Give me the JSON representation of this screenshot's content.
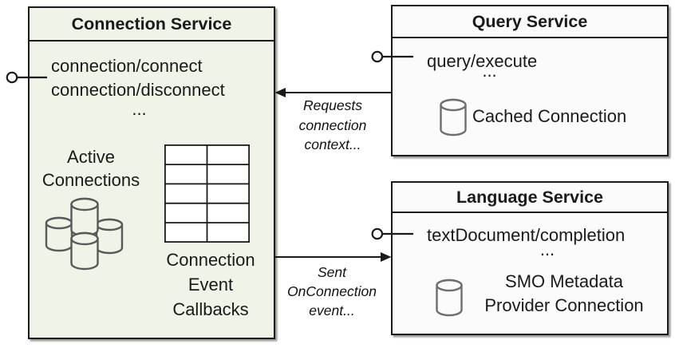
{
  "connection_service": {
    "title": "Connection Service",
    "endpoints": [
      "connection/connect",
      "connection/disconnect"
    ],
    "ellipsis": "...",
    "active_connections_label": "Active\nConnections",
    "callbacks_label": "Connection\nEvent\nCallbacks"
  },
  "query_service": {
    "title": "Query Service",
    "endpoint": "query/execute",
    "ellipsis": "...",
    "cached_connection_label": "Cached Connection"
  },
  "language_service": {
    "title": "Language Service",
    "endpoint": "textDocument/completion",
    "ellipsis": "...",
    "smo_connection_label": "SMO Metadata\nProvider Connection"
  },
  "arrows": {
    "requests_label": "Requests\nconnection\ncontext...",
    "sent_label": "Sent\nOnConnection\nevent..."
  },
  "icons": {
    "connection_interface": "lollipop-interface-icon",
    "query_interface": "lollipop-interface-icon",
    "language_interface": "lollipop-interface-icon",
    "active_connections": "database-cluster-icon",
    "callbacks_table": "table-grid-icon",
    "cached_connection": "database-icon",
    "smo_connection": "database-icon"
  },
  "colors": {
    "connection_box_fill": "#eff3e8",
    "service_box_fill": "#fbfbfb",
    "border": "#1a1a1a",
    "cluster_cylinder_stroke": "#595959",
    "cylinder_stroke": "#6e6e6e"
  }
}
